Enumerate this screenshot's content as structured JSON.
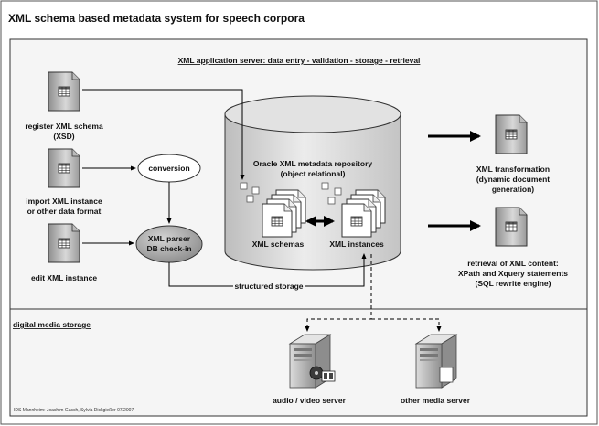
{
  "title": "XML schema based metadata system for speech corpora",
  "server_label": "XML application server: data entry - validation - storage - retrieval",
  "media_label": "digital media storage",
  "inputs": [
    {
      "line1": "register XML schema",
      "line2": "(XSD)"
    },
    {
      "line1": "import XML instance",
      "line2": "or other data format"
    },
    {
      "line1": "edit XML instance",
      "line2": ""
    }
  ],
  "conversion": "conversion",
  "parser": {
    "line1": "XML parser",
    "line2": "DB check-in"
  },
  "repository": {
    "line1": "Oracle XML metadata repository",
    "line2": "(object relational)"
  },
  "schemas_label": "XML schemas",
  "instances_label": "XML instances",
  "structured_storage": "structured storage",
  "outputs": [
    {
      "line1": "XML transformation",
      "line2": "(dynamic document",
      "line3": "generation)"
    },
    {
      "line1": "retrieval of XML content:",
      "line2": "XPath and Xquery statements",
      "line3": "(SQL rewrite engine)"
    }
  ],
  "servers": [
    "audio / video server",
    "other media server"
  ],
  "footer": "IDS Mannheim: Joachim Gasch, Sylvia Dickgießer  07/2007"
}
